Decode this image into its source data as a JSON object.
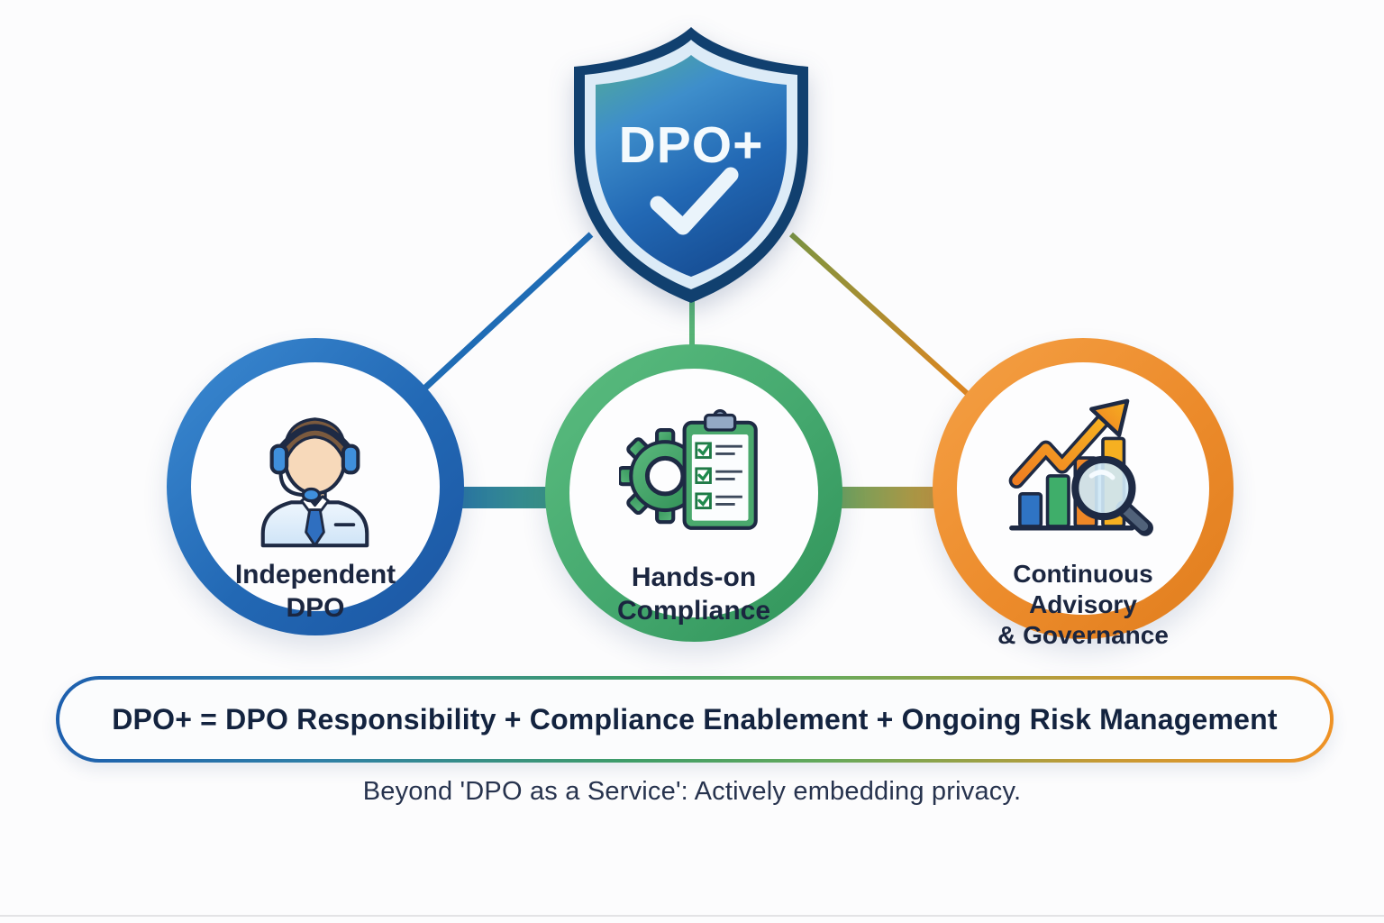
{
  "shield": {
    "label": "DPO+",
    "icon": "shield-check-icon",
    "color_top": "#4fa89b",
    "color_main": "#2268b4",
    "color_deep": "#174f96"
  },
  "pillars": [
    {
      "id": "independent-dpo",
      "label_lines": [
        "Independent",
        "DPO"
      ],
      "icon": "support-agent-headset-icon",
      "ring_color": "#2268b4"
    },
    {
      "id": "hands-on-compliance",
      "label_lines": [
        "Hands-on",
        "Compliance"
      ],
      "icon": "gear-checklist-clipboard-icon",
      "ring_color": "#44a86e"
    },
    {
      "id": "continuous-advisory-governance",
      "label_lines": [
        "Continuous Advisory",
        "& Governance"
      ],
      "icon": "growth-chart-magnifier-icon",
      "ring_color": "#ec8b2b"
    }
  ],
  "formula": {
    "text": "DPO+ = DPO Responsibility + Compliance Enablement + Ongoing Risk Management"
  },
  "tagline": {
    "text": "Beyond 'DPO as a Service': Actively embedding privacy."
  },
  "colors": {
    "text_navy": "#1b2640",
    "connector_blue": "#1f6cb5",
    "connector_green": "#57b376",
    "connector_orange": "#e0861f"
  }
}
